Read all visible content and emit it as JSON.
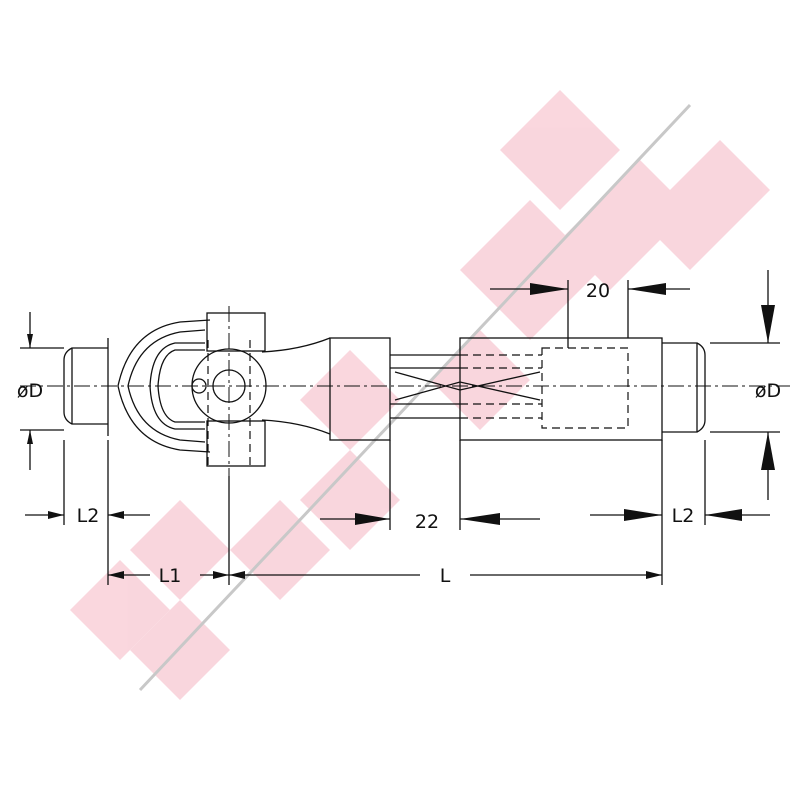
{
  "drawing": {
    "title": "Cardan shaft dimension drawing",
    "dimensions": {
      "diameter_left": "øD",
      "diameter_right": "øD",
      "l2_left": "L2",
      "l2_right": "L2",
      "l1": "L1",
      "l": "L",
      "overlap": "22",
      "inner_length": "20"
    },
    "colors": {
      "line": "#111111",
      "watermark": "#f7c9d2",
      "watermark_line": "#c8c8c8"
    }
  }
}
